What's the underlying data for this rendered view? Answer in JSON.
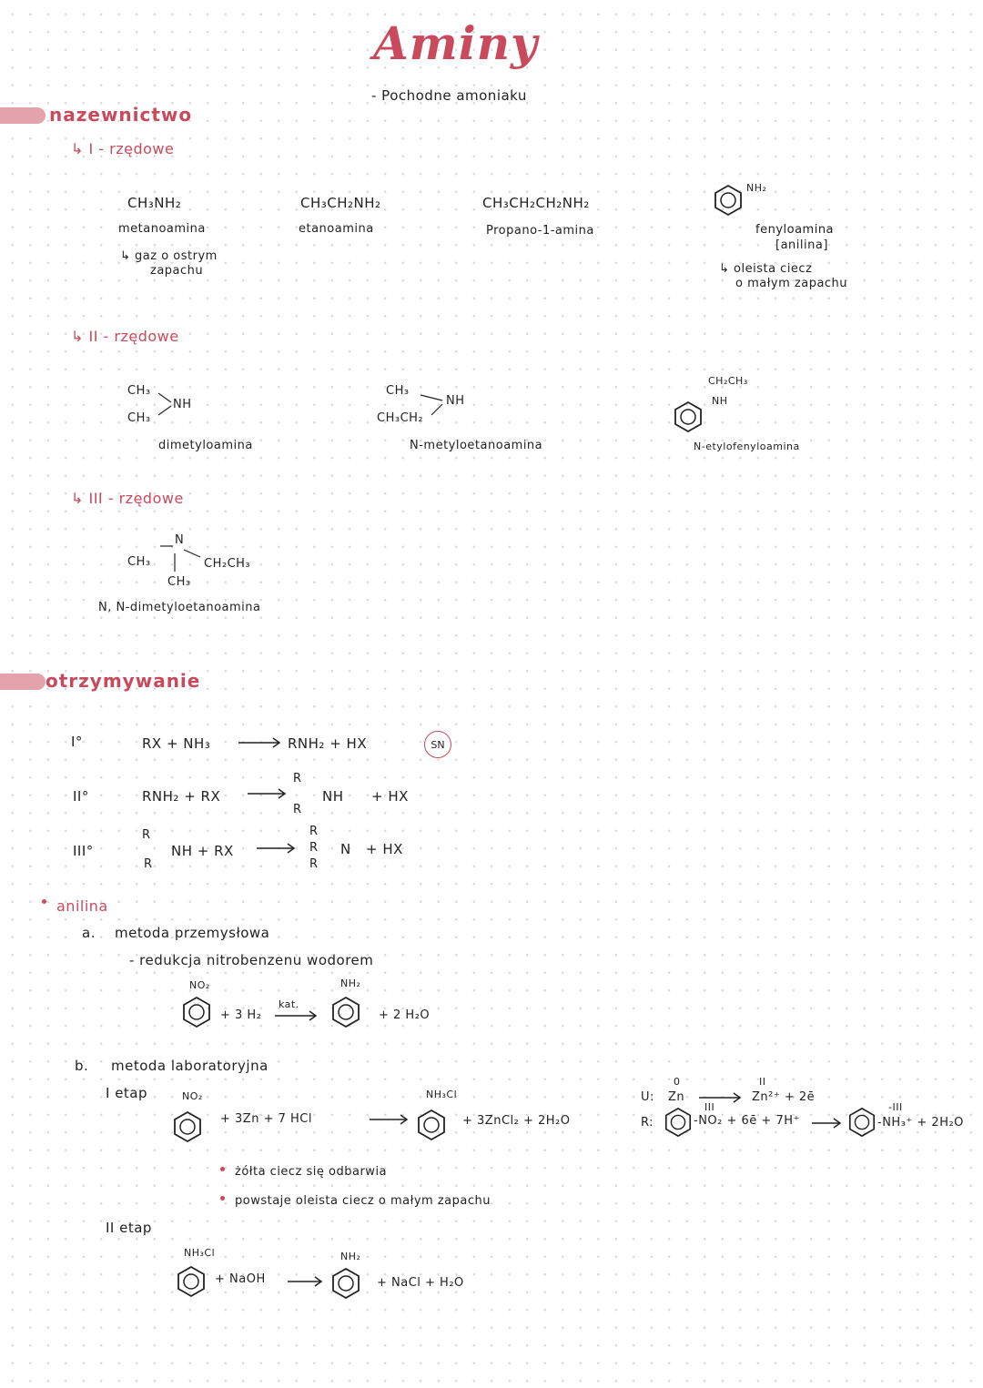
{
  "header": {
    "title": "Aminy",
    "subtitle": "- Pochodne amoniaku"
  },
  "nomenclature": {
    "heading": "nazewnictwo",
    "primary_label": "↳ I - rzędowe",
    "primary": [
      {
        "formula": "CH₃NH₂",
        "name": "metanoamina",
        "note1": "↳ gaz o ostrym",
        "note2": "zapachu"
      },
      {
        "formula": "CH₃CH₂NH₂",
        "name": "etanoamina"
      },
      {
        "formula": "CH₃CH₂CH₂NH₂",
        "name": "Propano-1-amina"
      },
      {
        "group": "NH₂",
        "name": "fenyloamina",
        "alt": "[anilina]",
        "note1": "↳ oleista ciecz",
        "note2": "o małym zapachu"
      }
    ],
    "secondary_label": "↳ II - rzędowe",
    "secondary": [
      {
        "r1": "CH₃",
        "r2": "CH₃",
        "center": "NH",
        "name": "dimetyloamina"
      },
      {
        "r1": "CH₃",
        "r2": "CH₃CH₂",
        "center": "NH",
        "name": "N-metyloetanoamina"
      },
      {
        "top": "CH₂CH₃",
        "center": "NH",
        "name": "N-etylofenyloamina"
      }
    ],
    "tertiary_label": "↳ III - rzędowe",
    "tertiary": {
      "center": "N",
      "left": "CH₃",
      "right": "CH₂CH₃",
      "bottom": "CH₃",
      "name": "N, N-dimetyloetanoamina"
    }
  },
  "preparation": {
    "heading": "otrzymywanie",
    "reactions": [
      {
        "order": "I°",
        "lhs": "RX + NH₃",
        "rhs": "RNH₂ + HX",
        "badge": "SN"
      },
      {
        "order": "II°",
        "lhs": "RNH₂ + RX",
        "rhs_r": "R",
        "rhs_center": "NH",
        "rhs_tail": "+ HX"
      },
      {
        "order": "III°",
        "lhs_r": "R",
        "lhs_center": "NH + RX",
        "rhs_center": "N",
        "rhs_tail": "+ HX"
      }
    ],
    "aniline": {
      "label": "anilina",
      "a_marker": "a.",
      "a_title": "metoda przemysłowa",
      "a_desc": "- redukcja nitrobenzenu wodorem",
      "a_sub1": "NO₂",
      "a_reagent": "+ 3 H₂",
      "a_cat": "kat.",
      "a_sub2": "NH₂",
      "a_product": "+ 2 H₂O",
      "b_marker": "b.",
      "b_title": "metoda laboratoryjna",
      "stage1": "I etap",
      "s1_sub": "NO₂",
      "s1_reagents": "+ 3Zn + 7 HCl",
      "s1_prod_sub": "NH₃Cl",
      "s1_products": "+ 3ZnCl₂ + 2H₂O",
      "obs1": "żółta ciecz się odbarwia",
      "obs2": "powstaje oleista ciecz o małym zapachu",
      "stage2": "II etap",
      "s2_sub": "NH₃Cl",
      "s2_reagent": "+ NaOH",
      "s2_prod_sub": "NH₂",
      "s2_products": "+ NaCl + H₂O",
      "redox_u_label": "U:",
      "redox_u_lhs": "Zn",
      "redox_u_ox0": "0",
      "redox_u_rhs": "Zn²⁺ + 2ē",
      "redox_u_ox2": "II",
      "redox_r_label": "R:",
      "redox_r_ox": "III",
      "redox_r_lhs": "-NO₂ + 6ē + 7H⁺",
      "redox_r_ox2": "-III",
      "redox_r_rhs": "-NH₃⁺ + 2H₂O"
    }
  },
  "colors": {
    "accent": "#c94a5c",
    "band": "#e3a3ac"
  }
}
